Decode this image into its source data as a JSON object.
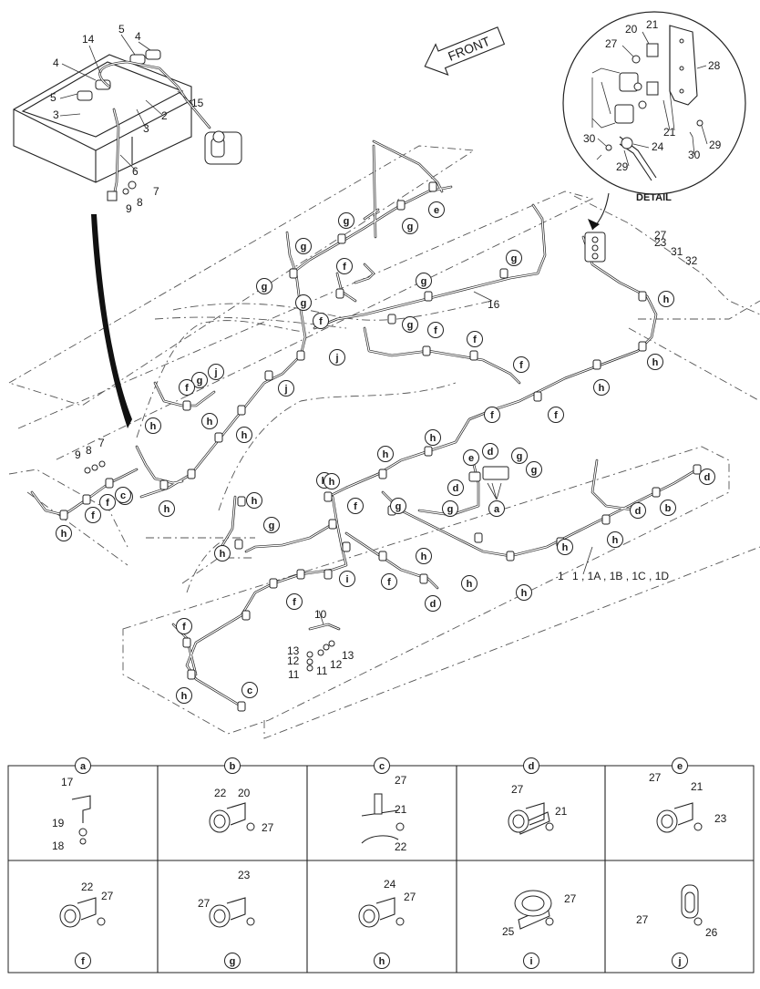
{
  "front_arrow": {
    "label": "FRONT"
  },
  "detail": {
    "label": "DETAIL"
  },
  "callouts": {
    "n1": "1",
    "n2": "2",
    "n3": "3",
    "n3b": "3",
    "n4": "4",
    "n4b": "4",
    "n5": "5",
    "n5b": "5",
    "n6": "6",
    "n7": "7",
    "n7b": "7",
    "n8": "8",
    "n8b": "8",
    "n9": "9",
    "n9b": "9",
    "n10": "10",
    "n11": "11",
    "n11b": "11",
    "n12": "12",
    "n12b": "12",
    "n13": "13",
    "n13b": "13",
    "n14": "14",
    "n15": "15",
    "n16": "16",
    "d20": "20",
    "d21": "21",
    "d21b": "21",
    "d23": "23",
    "d24": "24",
    "d27": "27",
    "d27b": "27",
    "d28": "28",
    "d29": "29",
    "d29b": "29",
    "d30": "30",
    "d30b": "30",
    "d31": "31",
    "d32": "32"
  },
  "harness_label": "1 , 1A , 1B , 1C , 1D",
  "letter_tags": [
    "e",
    "g",
    "g",
    "g",
    "g",
    "g",
    "f",
    "g",
    "f",
    "g",
    "f",
    "j",
    "j",
    "h",
    "h",
    "h",
    "h",
    "h",
    "g",
    "h",
    "h",
    "h",
    "f",
    "f",
    "j",
    "g",
    "f",
    "f",
    "f",
    "h",
    "g",
    "e",
    "d",
    "g",
    "d",
    "a",
    "d",
    "g",
    "h",
    "g",
    "h",
    "b",
    "d",
    "h",
    "h",
    "h",
    "f",
    "h",
    "i",
    "f",
    "d",
    "c",
    "f",
    "f",
    "h",
    "h",
    "g",
    "e",
    "f",
    "f",
    "h",
    "h",
    "c",
    "h"
  ],
  "legend": {
    "panels": [
      {
        "letter": "a",
        "parts": [
          "17",
          "19",
          "18"
        ]
      },
      {
        "letter": "b",
        "parts": [
          "22",
          "20",
          "27"
        ]
      },
      {
        "letter": "c",
        "parts": [
          "27",
          "21",
          "22"
        ]
      },
      {
        "letter": "d",
        "parts": [
          "27",
          "21"
        ]
      },
      {
        "letter": "e",
        "parts": [
          "27",
          "21",
          "23"
        ]
      },
      {
        "letter": "f",
        "parts": [
          "22",
          "27"
        ]
      },
      {
        "letter": "g",
        "parts": [
          "27",
          "23"
        ]
      },
      {
        "letter": "h",
        "parts": [
          "24",
          "27"
        ]
      },
      {
        "letter": "i",
        "parts": [
          "25",
          "27"
        ]
      },
      {
        "letter": "j",
        "parts": [
          "27",
          "26"
        ]
      }
    ]
  }
}
